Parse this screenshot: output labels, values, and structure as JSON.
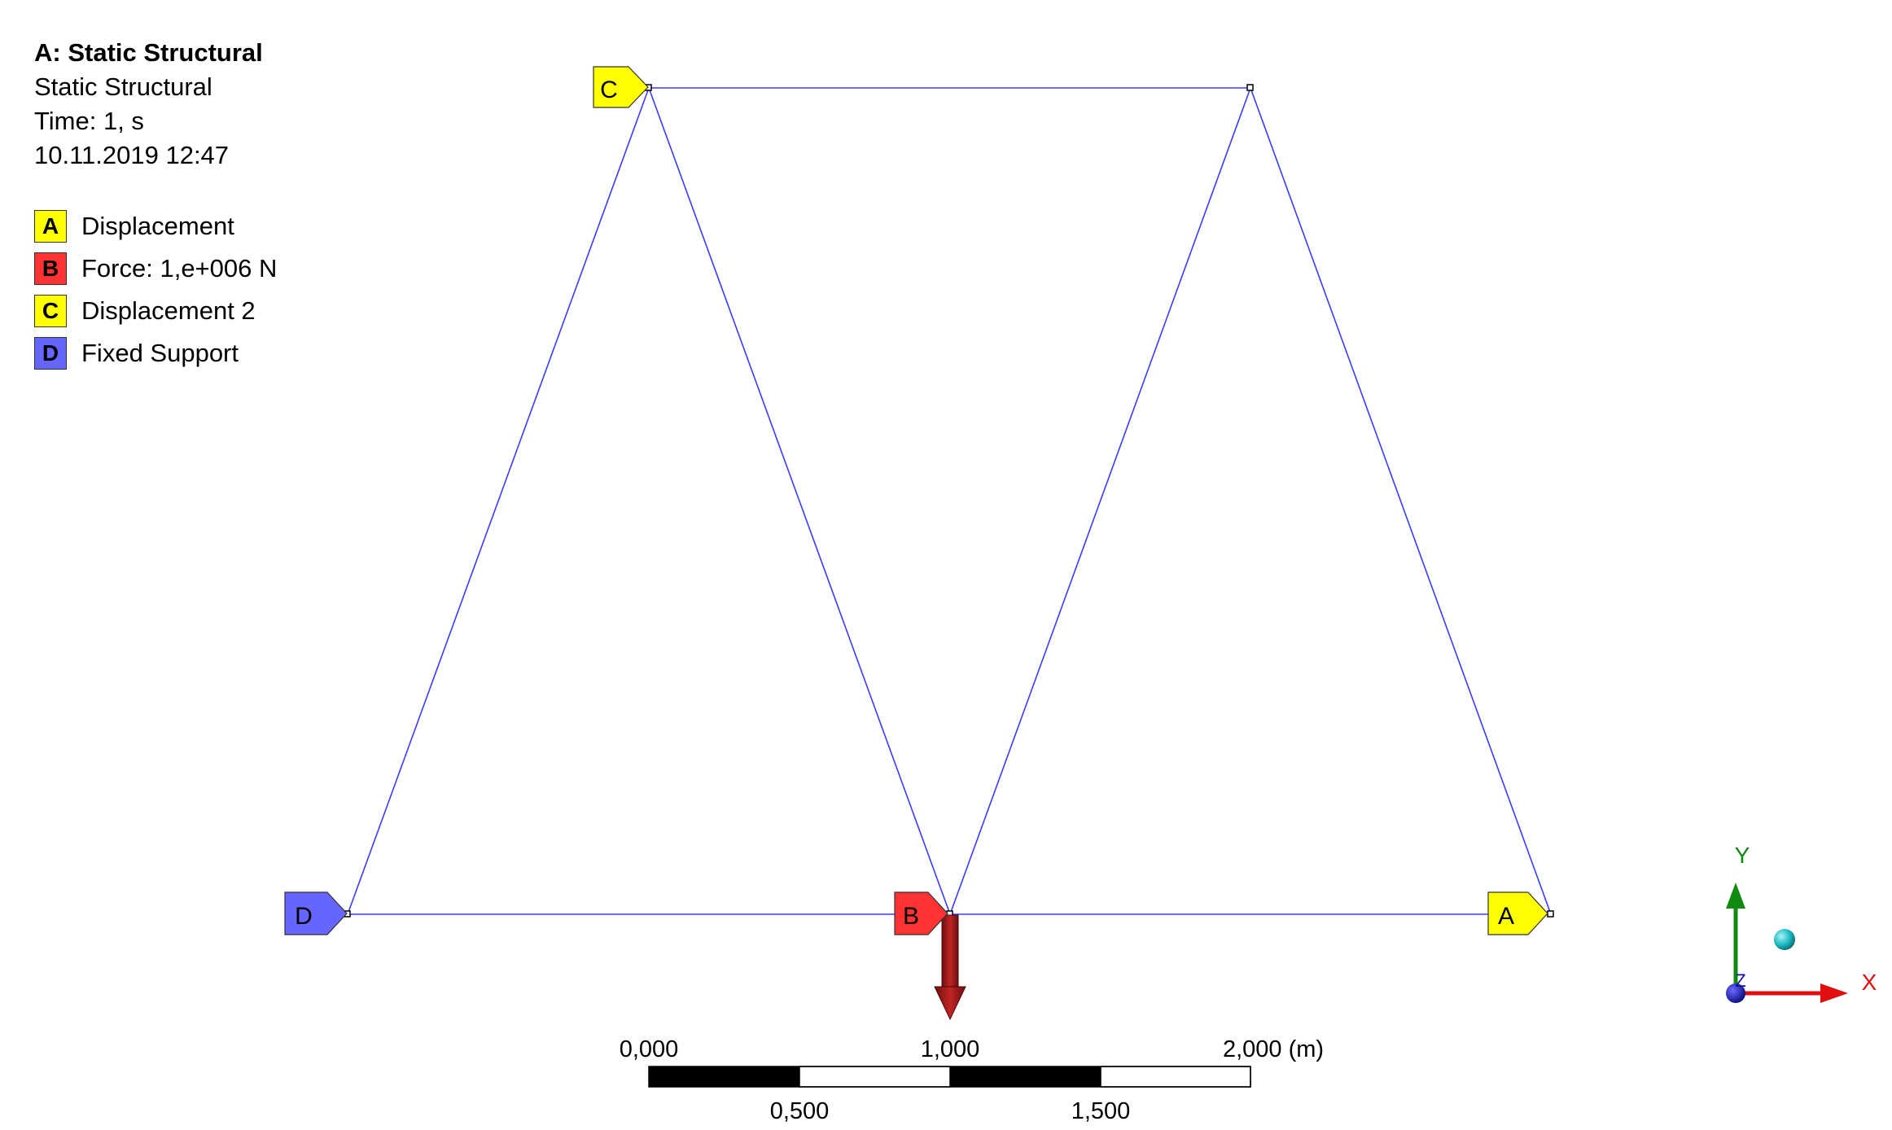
{
  "header": {
    "title": "A: Static Structural",
    "analysis": "Static Structural",
    "time": "Time: 1, s",
    "date": "10.11.2019 12:47"
  },
  "legend": [
    {
      "key": "A",
      "label": "Displacement",
      "color": "#ffff00"
    },
    {
      "key": "B",
      "label": "Force: 1,e+006 N",
      "color": "#ff3333"
    },
    {
      "key": "C",
      "label": "Displacement 2",
      "color": "#ffff00"
    },
    {
      "key": "D",
      "label": "Fixed Support",
      "color": "#6666ff"
    }
  ],
  "tags": {
    "A": "A",
    "B": "B",
    "C": "C",
    "D": "D"
  },
  "scale_bar": {
    "top_labels": [
      "0,000",
      "1,000",
      "2,000 (m)"
    ],
    "bottom_labels": [
      "0,500",
      "1,500"
    ]
  },
  "triad": {
    "x": "X",
    "y": "Y",
    "z": "Z"
  },
  "colors": {
    "member": "#3b3bff",
    "force_arrow": "#a51c1c",
    "axis_x": "#e01010",
    "axis_y": "#108a10",
    "axis_z": "#1010a0",
    "iso_ball": "#1ab8c0"
  }
}
